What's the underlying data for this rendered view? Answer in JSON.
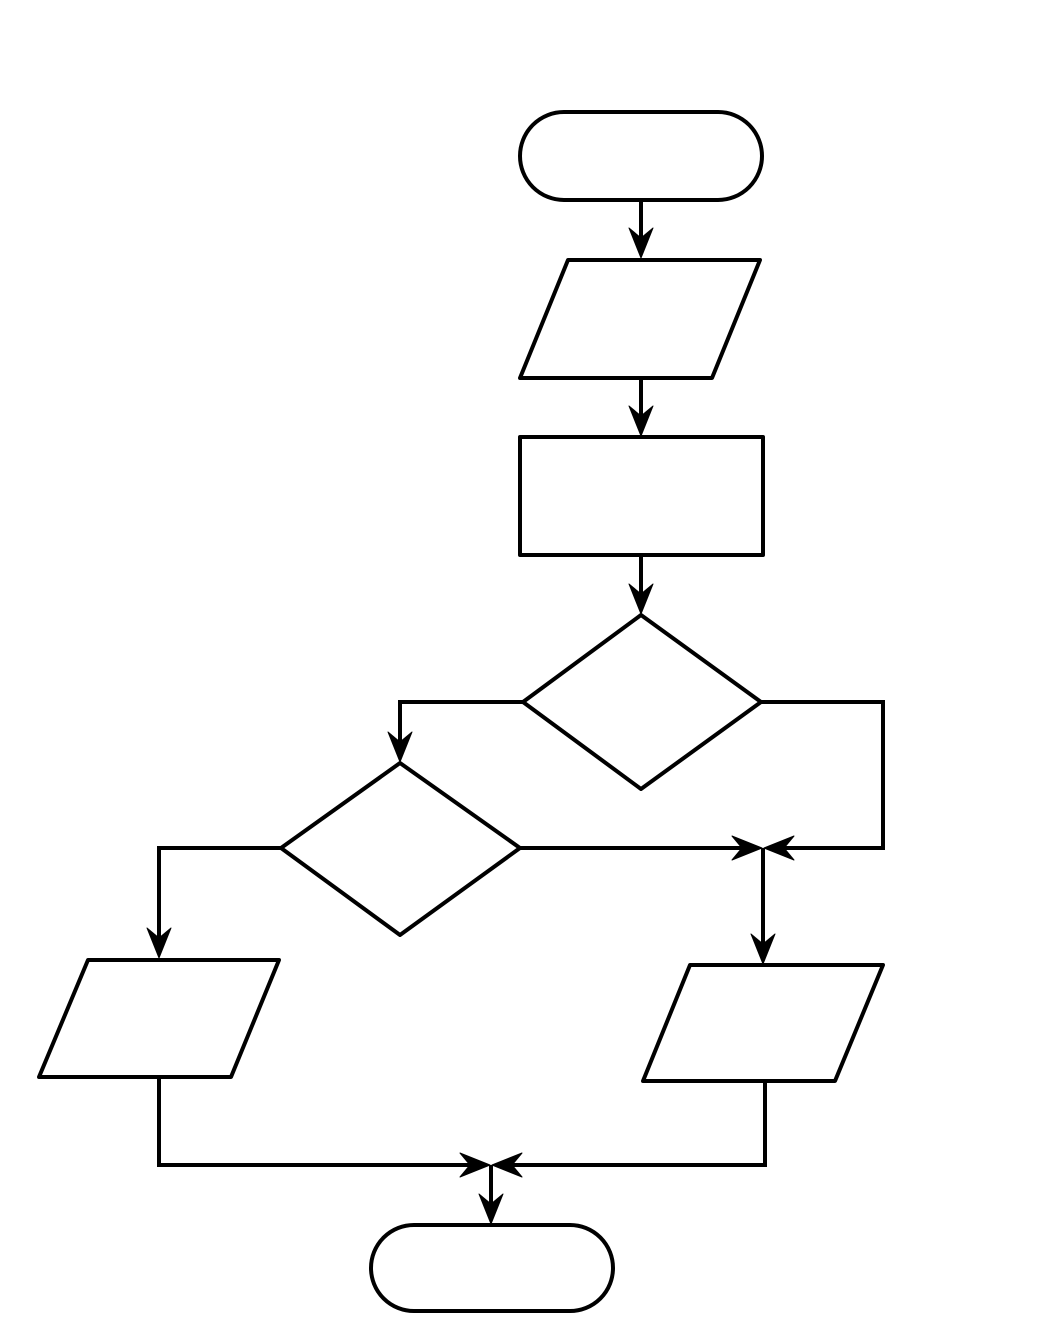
{
  "flowchart": {
    "nodes": [
      {
        "id": "start",
        "type": "terminator",
        "label": ""
      },
      {
        "id": "input",
        "type": "input-output",
        "label": ""
      },
      {
        "id": "process",
        "type": "process",
        "label": ""
      },
      {
        "id": "decision-1",
        "type": "decision",
        "label": ""
      },
      {
        "id": "decision-2",
        "type": "decision",
        "label": ""
      },
      {
        "id": "output-left",
        "type": "input-output",
        "label": ""
      },
      {
        "id": "output-right",
        "type": "input-output",
        "label": ""
      },
      {
        "id": "end",
        "type": "terminator",
        "label": ""
      }
    ],
    "edges": [
      {
        "id": "start-to-input",
        "from": "start",
        "to": "input"
      },
      {
        "id": "input-to-process",
        "from": "input",
        "to": "process"
      },
      {
        "id": "process-to-decision-1",
        "from": "process",
        "to": "decision-1"
      },
      {
        "id": "decision-1-left-to-decision-2",
        "from": "decision-1",
        "to": "decision-2"
      },
      {
        "id": "decision-1-right-to-output-right",
        "from": "decision-1",
        "to": "output-right"
      },
      {
        "id": "decision-2-left-to-output-left",
        "from": "decision-2",
        "to": "output-left"
      },
      {
        "id": "decision-2-right-to-output-right",
        "from": "decision-2",
        "to": "output-right"
      },
      {
        "id": "output-left-to-end",
        "from": "output-left",
        "to": "end"
      },
      {
        "id": "output-right-to-end",
        "from": "output-right",
        "to": "end"
      }
    ]
  },
  "colors": {
    "stroke": "#000000",
    "fill": "#ffffff",
    "background": "#ffffff"
  }
}
